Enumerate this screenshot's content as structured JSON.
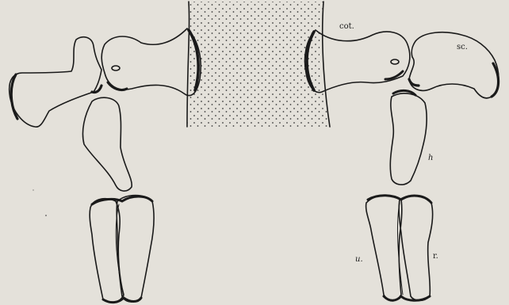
{
  "figure": {
    "labels": {
      "cot": "cot.",
      "sc": "sc.",
      "h": "h",
      "u": "u.",
      "r": "r."
    },
    "colors": {
      "background": "#e4e1da",
      "ink": "#1a1a1a",
      "stipple": "#3a3a3a"
    }
  }
}
